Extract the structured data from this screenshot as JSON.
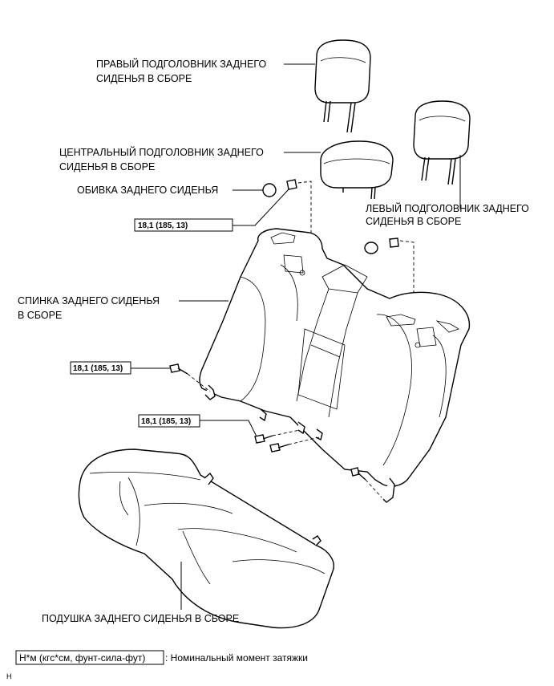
{
  "labels": {
    "right_headrest_1": "ПРАВЫЙ ПОДГОЛОВНИК ЗАДНЕГО",
    "right_headrest_2": "СИДЕНЬЯ В СБОРЕ",
    "center_headrest_1": "ЦЕНТРАЛЬНЫЙ ПОДГОЛОВНИК ЗАДНЕГО",
    "center_headrest_2": "СИДЕНЬЯ В СБОРЕ",
    "seat_trim": "ОБИВКА ЗАДНЕГО СИДЕНЬЯ",
    "left_headrest_1": "ЛЕВЫЙ ПОДГОЛОВНИК ЗАДНЕГО",
    "left_headrest_2": "СИДЕНЬЯ В СБОРЕ",
    "seatback_1": "СПИНКА ЗАДНЕГО СИДЕНЬЯ",
    "seatback_2": "В СБОРЕ",
    "cushion": "ПОДУШКА ЗАДНЕГО СИДЕНЬЯ В СБОРЕ"
  },
  "torque": {
    "top": "18,1 (185, 13)",
    "middle": "18,1 (185, 13)",
    "lower": "18,1 (185, 13)"
  },
  "legend": {
    "unit_box": "Н*м (кгс*см, фунт-сила-фут)",
    "text": ": Номинальный момент затяжки"
  },
  "footer_mark": "H"
}
